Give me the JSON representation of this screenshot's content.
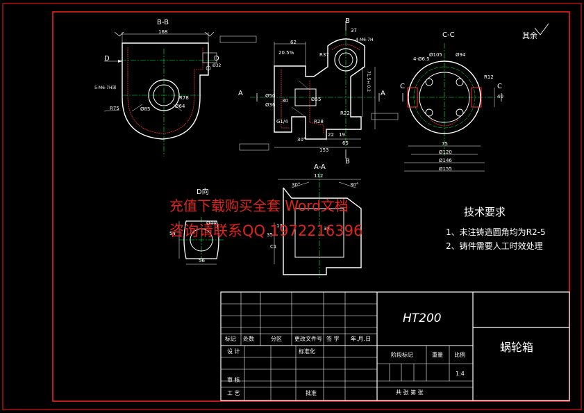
{
  "views": {
    "bb": "B-B",
    "cc": "C-C",
    "aa": "A-A",
    "d": "D向",
    "sec_a_left": "A",
    "sec_a_right": "A",
    "sec_b_top": "B",
    "sec_b_bottom": "B",
    "sec_d": "D",
    "sec_d2": "D",
    "sec_c_left": "C",
    "sec_c_right": "C"
  },
  "surface_note": "其余",
  "dims": {
    "d168": "168",
    "d62": "62",
    "d37": "37",
    "r75": "R75",
    "r78": "R78",
    "phi85": "Ø85",
    "phi64": "Ø64",
    "r37": "R37",
    "phi50": "Ø50",
    "phi36": "Ø36",
    "phi55": "Ø55",
    "r28": "R28",
    "r22": "R22",
    "d153": "153",
    "d65": "65",
    "d22": "22",
    "d19": "19",
    "d30": "30",
    "a30": "30°",
    "d715": "71.5±0.2",
    "d205": "20.5%",
    "m6": "4-M6-7H",
    "m5": "5-M6-7H深",
    "phi105": "Ø105",
    "phi94": "Ø94",
    "phi120": "Ø120",
    "phi146": "Ø146",
    "phi155": "Ø155",
    "d75": "75",
    "d40": "40",
    "d38": "38",
    "r12": "R12",
    "d112": "112",
    "a30b": "30°",
    "a30c": "30°",
    "d56": "56",
    "d54": "54",
    "d35": "35",
    "d13": "13",
    "c1": "C1",
    "phi44": "Ø44",
    "d4phi": "4-Ø6.5",
    "g14": "G1/4",
    "phi32": "Ø32"
  },
  "watermark": {
    "line1": "充值下载购买全套 Word文档",
    "line2": "咨询请联系QQ 1972216396"
  },
  "tech": {
    "title": "技术要求",
    "items": [
      "1、未注铸造圆角均为R2-5",
      "2、铸件需要人工时效处理"
    ]
  },
  "title_block": {
    "material": "HT200",
    "part_name": "蜗轮箱",
    "headers": [
      "标记",
      "处数",
      "分区",
      "更改文件号",
      "签 字",
      "年.月.日"
    ],
    "design": "设 计",
    "standard": "标准化",
    "stage_mark": "阶段标记",
    "weight": "重量",
    "scale": "比例",
    "scale_value": "1:4",
    "review": "审 核",
    "process": "工 艺",
    "approve": "批准",
    "sheet": "共   张  第   张"
  },
  "colors": {
    "frame": "#ff2020",
    "part": "#ffffff",
    "center": "#00ff40",
    "dim": "#ffffff",
    "watermark": "#e0231c"
  }
}
